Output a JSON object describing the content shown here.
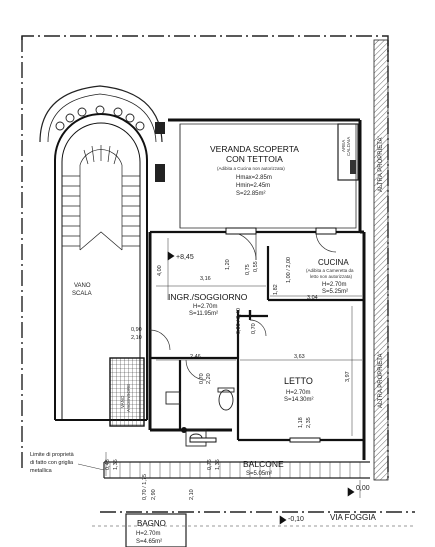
{
  "rooms": {
    "veranda": {
      "title_1": "VERANDA SCOPERTA",
      "title_2": "CON TETTOIA",
      "note": "(Adibita a Cucina non autorizzata)",
      "hmax": "Hmax=2.85m",
      "hmin": "Hmin=2.45m",
      "area": "S=22.85m²"
    },
    "cucina": {
      "title": "CUCINA",
      "note_1": "(Adibita a Cameretta da",
      "note_2": "letto non autorizzata)",
      "height": "H=2.70m",
      "area": "S=5.25m²"
    },
    "ingresso": {
      "title": "INGR./SOGGIORNO",
      "height": "H=2.70m",
      "area": "S=11.95m²"
    },
    "letto": {
      "title": "LETTO",
      "height": "H=2.70m",
      "area": "S=14.30m²"
    },
    "balcone": {
      "title": "BALCONE",
      "area": "S=5.05m²"
    },
    "bagno": {
      "title": "BAGNO",
      "height": "H=2.70m",
      "area": "S=4.65m²"
    },
    "vano_scala": {
      "line_1": "VANO",
      "line_2": "SCALA"
    },
    "vano_ascensore": {
      "line_1": "VANO",
      "line_2": "ASCENSORE"
    },
    "area_caldaia": {
      "line_1": "AREA",
      "line_2": "CALDAIA"
    }
  },
  "dimensions": {
    "d_316": "3,16",
    "d_400": "4,00",
    "d_075": "0,75",
    "d_182": "1,82",
    "d_304": "3,04",
    "d_090": "0,90",
    "d_210": "2,10",
    "d_246": "2,46",
    "d_363": "3,63",
    "d_397": "3,97",
    "d_070_a": "0,70",
    "d_070_b": "0,70",
    "d_220": "2,20",
    "d_120": "1,20",
    "d_048": "0,48",
    "d_076": "0,76",
    "d_118": "1,18",
    "d_235": "2,35",
    "d_090_240": "0,90 / 2,40",
    "d_070_175": "0,70 / 1,75",
    "d_100_200": "1,00 / 2,00",
    "d_135_a": "1,35",
    "d_135_b": "1,35",
    "d_290": "2,90",
    "d_055": "0,55",
    "d_210b": "2,10"
  },
  "levels": {
    "plus_845": "+8,45",
    "zero": "0,00",
    "minus_010": "-0,10"
  },
  "labels": {
    "limite": "Limite di proprietà",
    "limite_2": "di fatto con griglia",
    "limite_3": "metallica",
    "street": "VIA FOGGIA",
    "altra_proprieta_1": "ALTRA PROPRIETA'",
    "altra_proprieta_2": "ALTRA PROPRIETA'"
  }
}
